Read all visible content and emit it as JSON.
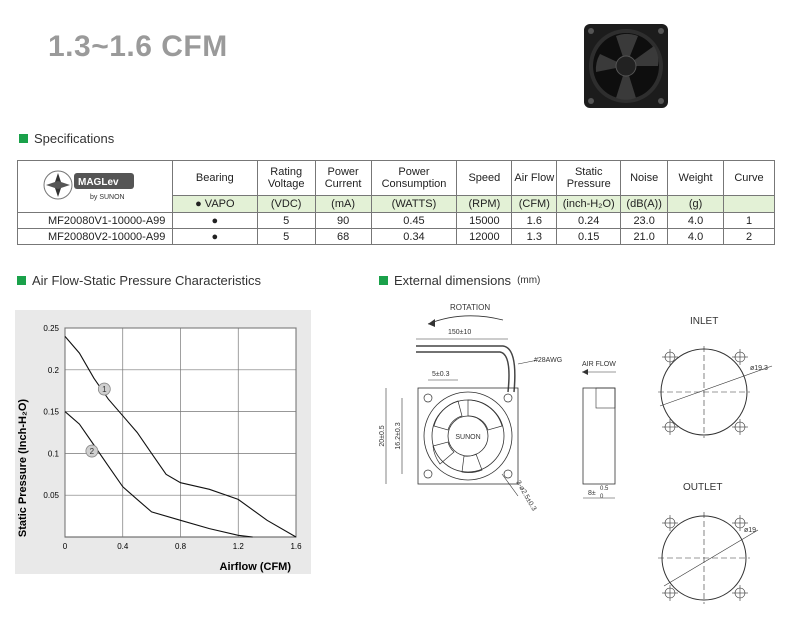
{
  "title": "1.3~1.6 CFM",
  "sections": {
    "specifications": "Specifications",
    "airflow_chart": "Air Flow-Static Pressure Characteristics",
    "external_dimensions": "External dimensions",
    "external_dimensions_unit": "(mm)"
  },
  "table": {
    "logo_text": "MAGLev",
    "logo_sub": "by SUNON",
    "headers": [
      "Bearing",
      "Rating Voltage",
      "Power Current",
      "Power Consumption",
      "Speed",
      "Air Flow",
      "Static Pressure",
      "Noise",
      "Weight",
      "Curve"
    ],
    "units": [
      "● VAPO",
      "(VDC)",
      "(mA)",
      "(WATTS)",
      "(RPM)",
      "(CFM)",
      "(inch-H₂O)",
      "(dB(A))",
      "(g)",
      ""
    ],
    "rows": [
      [
        "MF20080V1-10000-A99",
        "●",
        "5",
        "90",
        "0.45",
        "15000",
        "1.6",
        "0.24",
        "23.0",
        "4.0",
        "1"
      ],
      [
        "MF20080V2-10000-A99",
        "●",
        "5",
        "68",
        "0.34",
        "12000",
        "1.3",
        "0.15",
        "21.0",
        "4.0",
        "2"
      ]
    ]
  },
  "chart_data": {
    "type": "line",
    "title": "",
    "xlabel": "Airflow (CFM)",
    "ylabel": "Static Pressure (Inch-H₂O)",
    "xlim": [
      0,
      1.6
    ],
    "ylim": [
      0,
      0.25
    ],
    "x_ticks": [
      "0",
      "0.4",
      "0.8",
      "1.2",
      "1.6"
    ],
    "y_ticks": [
      "0.05",
      "0.1",
      "0.15",
      "0.2",
      "0.25"
    ],
    "grid": true,
    "series": [
      {
        "name": "1",
        "points": [
          [
            0,
            0.24
          ],
          [
            0.1,
            0.22
          ],
          [
            0.2,
            0.19
          ],
          [
            0.3,
            0.165
          ],
          [
            0.4,
            0.145
          ],
          [
            0.5,
            0.125
          ],
          [
            0.6,
            0.1
          ],
          [
            0.7,
            0.075
          ],
          [
            0.8,
            0.065
          ],
          [
            1.0,
            0.057
          ],
          [
            1.2,
            0.045
          ],
          [
            1.4,
            0.02
          ],
          [
            1.6,
            0
          ]
        ]
      },
      {
        "name": "2",
        "points": [
          [
            0,
            0.15
          ],
          [
            0.1,
            0.135
          ],
          [
            0.2,
            0.11
          ],
          [
            0.3,
            0.085
          ],
          [
            0.4,
            0.06
          ],
          [
            0.5,
            0.045
          ],
          [
            0.6,
            0.03
          ],
          [
            0.8,
            0.02
          ],
          [
            1.0,
            0.01
          ],
          [
            1.2,
            0.002
          ],
          [
            1.3,
            0
          ]
        ]
      }
    ]
  },
  "dimensions": {
    "rotation": "ROTATION",
    "cable_length": "150±10",
    "awg": "#28AWG",
    "air_flow": "AIR FLOW",
    "offset": "5±0.3",
    "overall": "20±0.5",
    "hole_spacing": "16.2±0.3",
    "hole_dia": "3-ø2.5±0.3",
    "brand": "SUNON",
    "thickness": "8±",
    "thickness_tol_plus": "0.5",
    "thickness_tol_minus": "0",
    "inlet": "INLET",
    "inlet_dia": "ø19.3",
    "outlet": "OUTLET",
    "outlet_dia": "ø19"
  }
}
